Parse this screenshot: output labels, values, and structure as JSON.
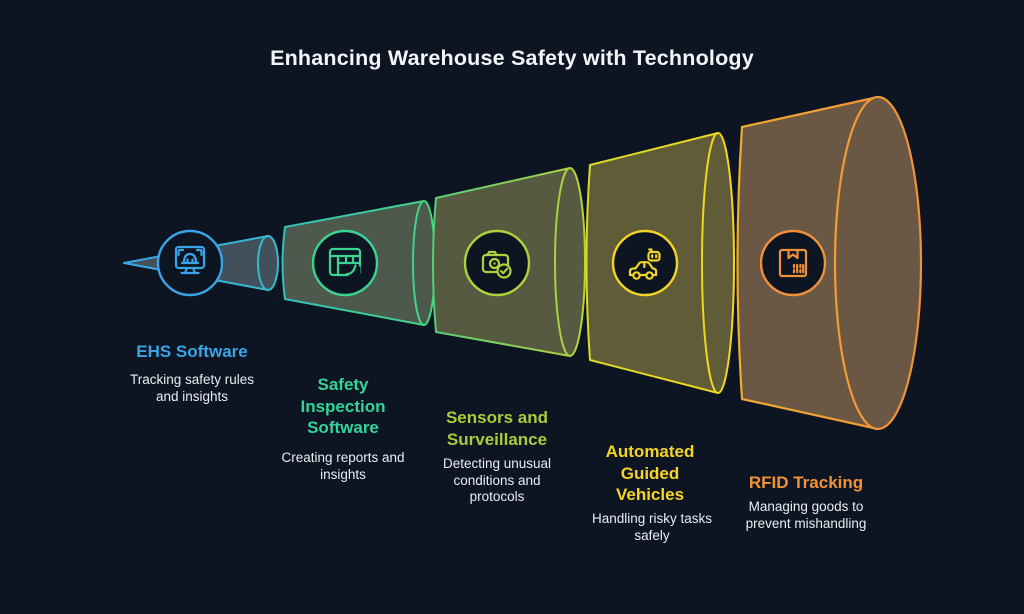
{
  "title": "Enhancing Warehouse Safety with Technology",
  "background_color": "#0d1422",
  "funnel": {
    "type": "expanding-cone",
    "direction": "left-to-right",
    "segment_fills": [
      "#42505c",
      "#4d594d",
      "#565a41",
      "#605c37",
      "#6a5744"
    ]
  },
  "stages": [
    {
      "name": "EHS Software",
      "description": "Tracking safety rules and insights",
      "color": "#3aa4e6",
      "icon": "monitor-hardhat-icon"
    },
    {
      "name": "Safety Inspection Software",
      "description": "Creating reports and insights",
      "color": "#34d399",
      "icon": "inspection-report-icon"
    },
    {
      "name": "Sensors and Surveillance",
      "description": "Detecting unusual conditions and protocols",
      "color": "#a9cc3b",
      "icon": "camera-check-icon"
    },
    {
      "name": "Automated Guided Vehicles",
      "description": "Handling risky tasks safely",
      "color": "#f4d525",
      "icon": "automated-vehicle-icon"
    },
    {
      "name": "RFID Tracking",
      "description": "Managing goods to prevent mishandling",
      "color": "#f09235",
      "icon": "package-barcode-icon"
    }
  ]
}
